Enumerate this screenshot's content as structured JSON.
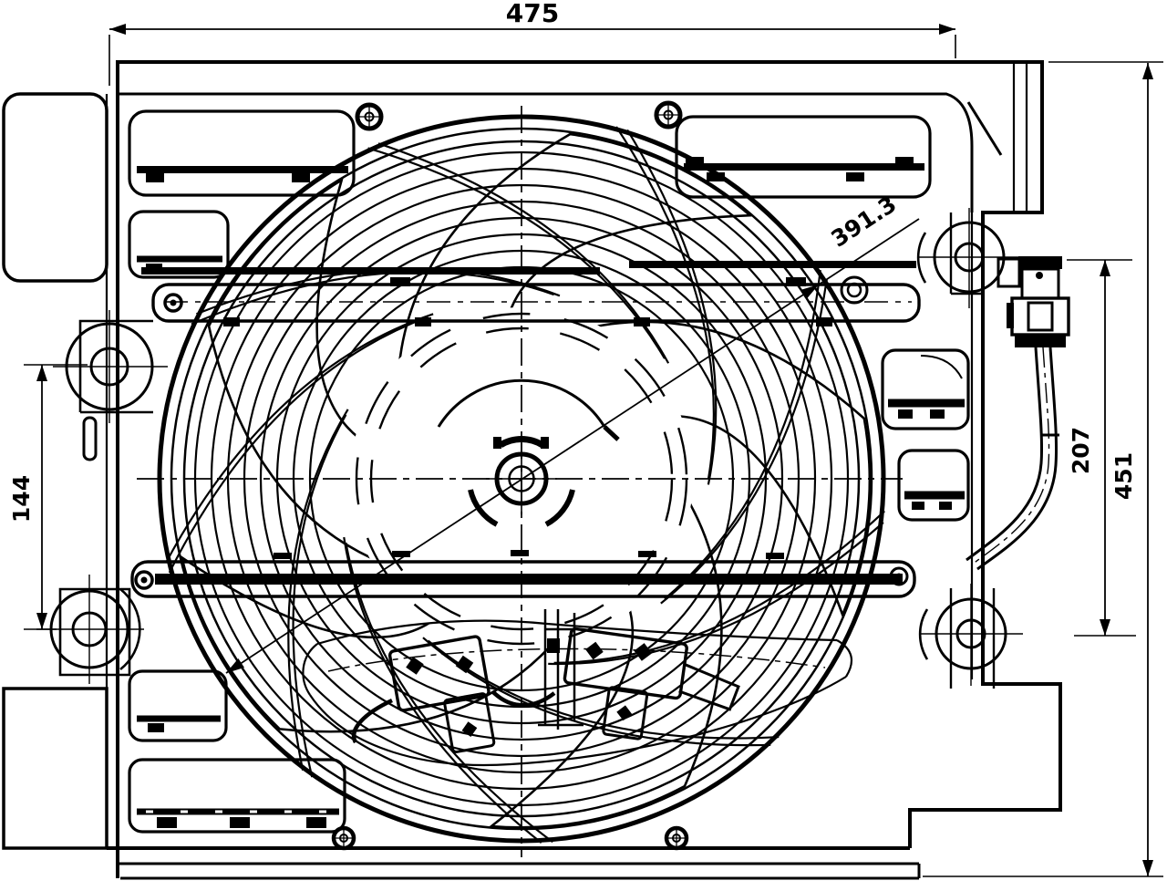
{
  "canvas": {
    "background": "#ffffff",
    "ink": "#000000"
  },
  "dimensions": {
    "top_width": "475",
    "fan_diameter": "391.3",
    "left_offset": "144",
    "right_connector_height": "207",
    "overall_height": "451"
  }
}
